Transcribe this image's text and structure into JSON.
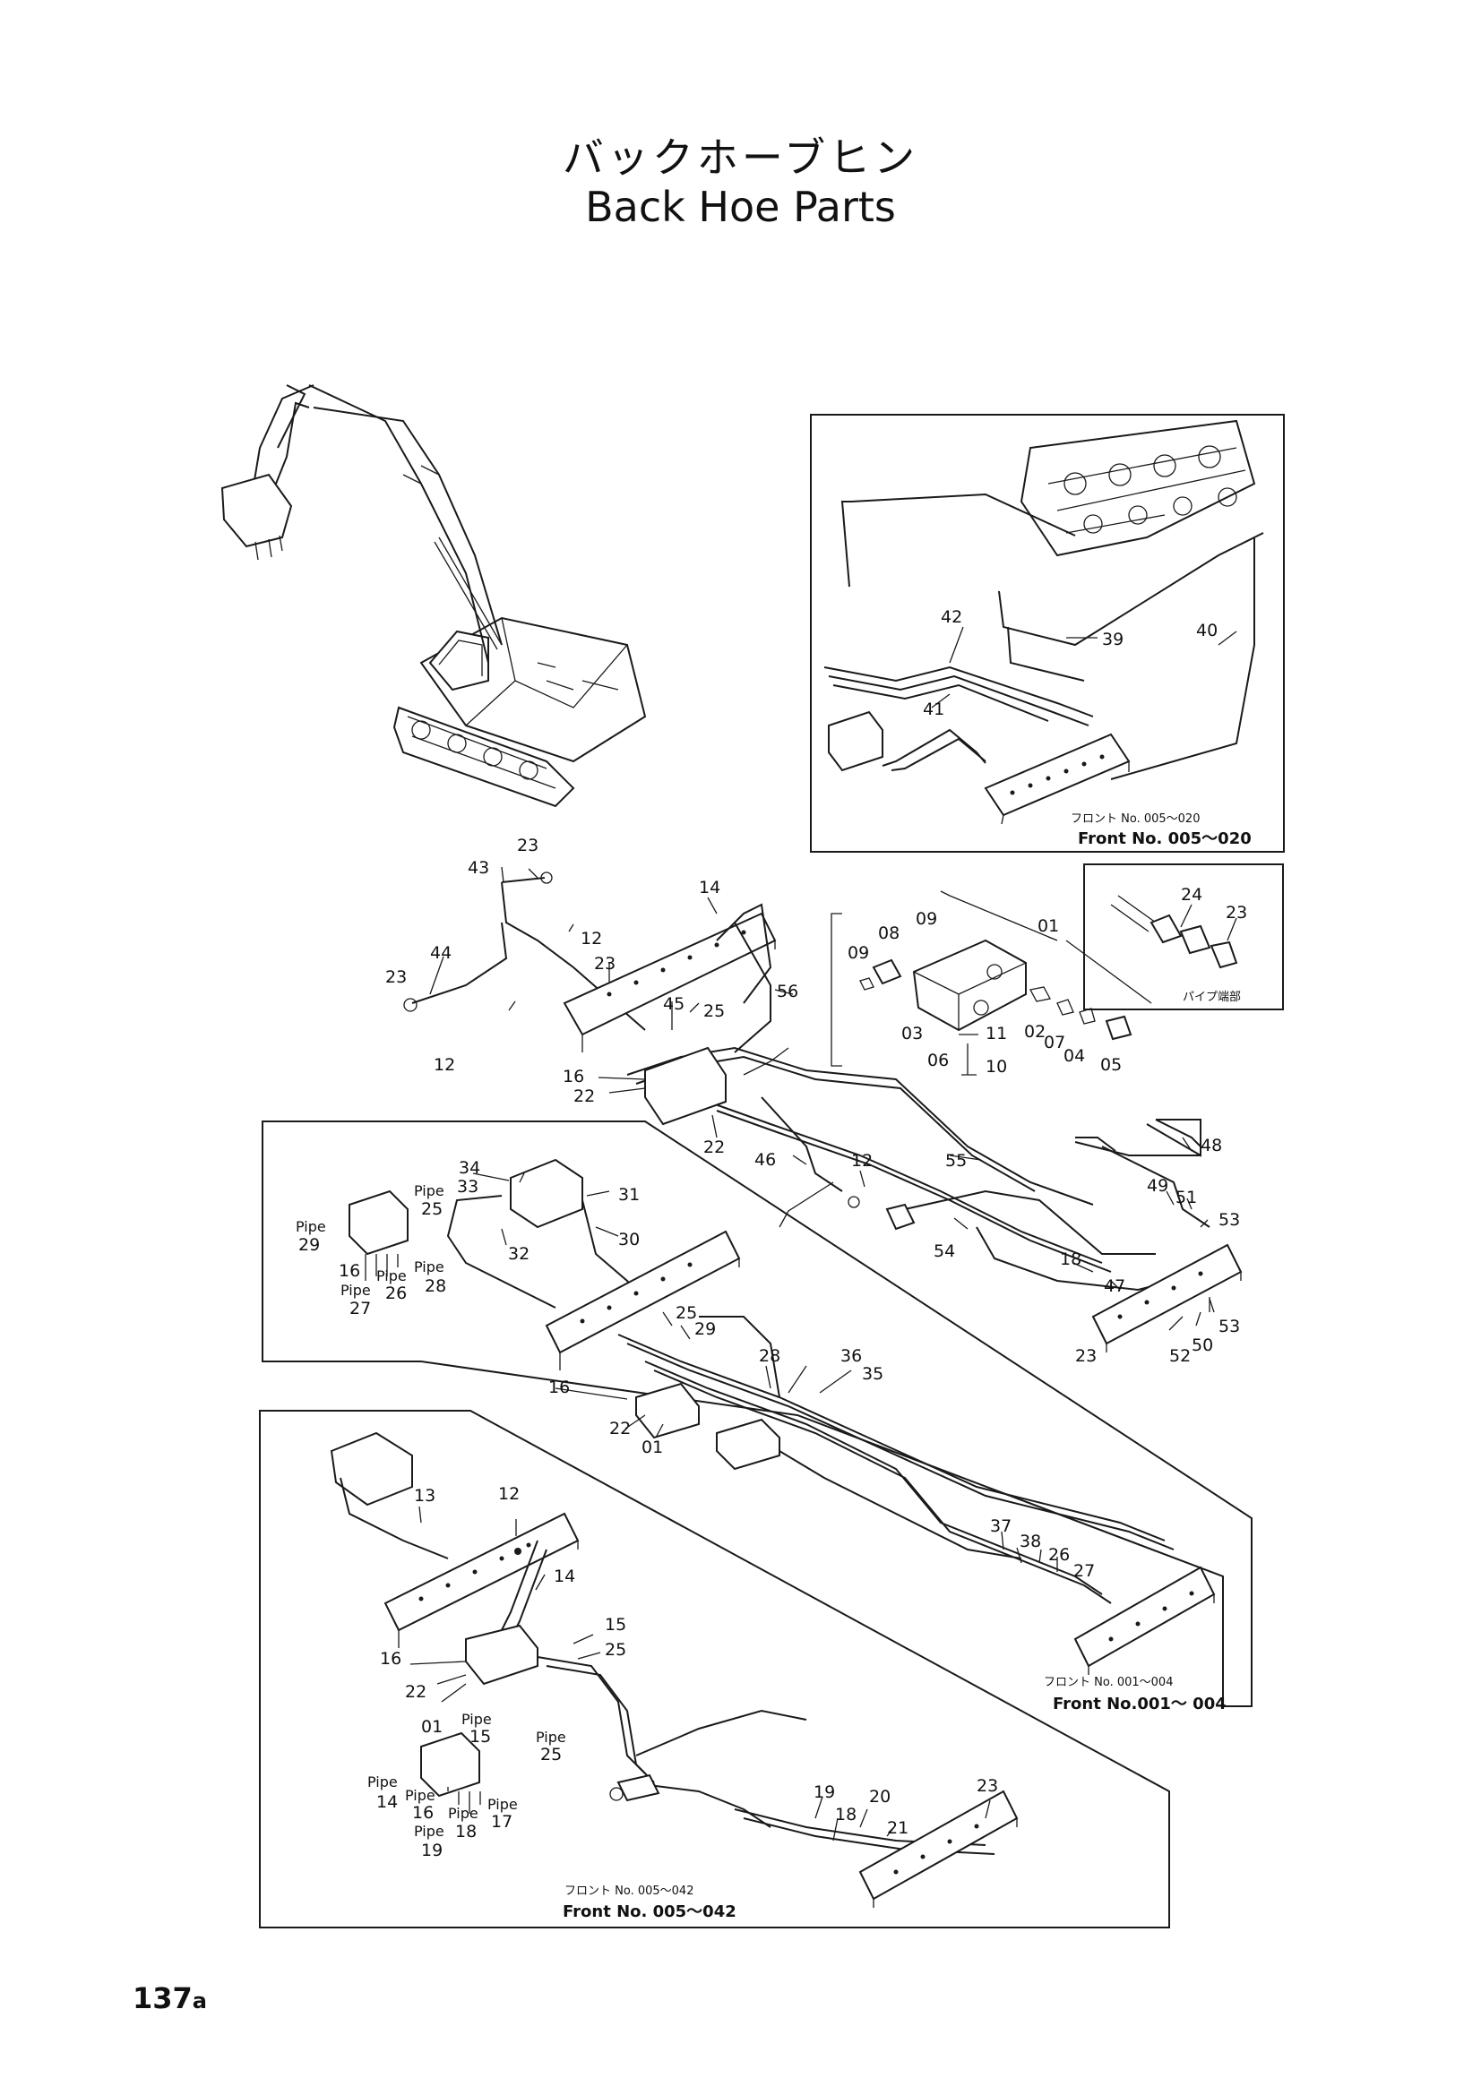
{
  "title_jp": "バックホーブヒン",
  "title_en": "Back Hoe Parts",
  "page_number": "137",
  "page_suffix": "a",
  "insets": {
    "top": {
      "front_jp": "フロント No. 005〜020",
      "front_en": "Front No. 005〜020"
    },
    "pipe_end": {
      "caption": "パイプ端部"
    },
    "middle": {
      "front_jp": "フロント No. 001〜004",
      "front_en": "Front No.001〜 004"
    },
    "bottom": {
      "front_jp": "フロント No. 005〜042",
      "front_en": "Front No. 005〜042"
    }
  },
  "labels": [
    {
      "id": "t42",
      "text": "42"
    },
    {
      "id": "t39",
      "text": "39"
    },
    {
      "id": "t40",
      "text": "40"
    },
    {
      "id": "t41",
      "text": "41"
    },
    {
      "id": "p24",
      "text": "24"
    },
    {
      "id": "p23",
      "text": "23"
    },
    {
      "id": "m23a",
      "text": "23"
    },
    {
      "id": "m43",
      "text": "43"
    },
    {
      "id": "m12a",
      "text": "12"
    },
    {
      "id": "m44",
      "text": "44"
    },
    {
      "id": "m23b",
      "text": "23"
    },
    {
      "id": "m12b",
      "text": "12"
    },
    {
      "id": "m23c",
      "text": "23"
    },
    {
      "id": "m14",
      "text": "14"
    },
    {
      "id": "m45",
      "text": "45"
    },
    {
      "id": "m25",
      "text": "25"
    },
    {
      "id": "m56",
      "text": "56"
    },
    {
      "id": "m16",
      "text": "16"
    },
    {
      "id": "m22a",
      "text": "22"
    },
    {
      "id": "m22b",
      "text": "22"
    },
    {
      "id": "m46",
      "text": "46"
    },
    {
      "id": "m12c",
      "text": "12"
    },
    {
      "id": "m55",
      "text": "55"
    },
    {
      "id": "m54",
      "text": "54"
    },
    {
      "id": "m48",
      "text": "48"
    },
    {
      "id": "m49",
      "text": "49"
    },
    {
      "id": "m51",
      "text": "51"
    },
    {
      "id": "m53a",
      "text": "53"
    },
    {
      "id": "m18",
      "text": "18"
    },
    {
      "id": "m47",
      "text": "47"
    },
    {
      "id": "m53b",
      "text": "53"
    },
    {
      "id": "m23d",
      "text": "23"
    },
    {
      "id": "m52",
      "text": "52"
    },
    {
      "id": "m50",
      "text": "50"
    },
    {
      "id": "v01",
      "text": "01"
    },
    {
      "id": "v09a",
      "text": "09"
    },
    {
      "id": "v08",
      "text": "08"
    },
    {
      "id": "v09b",
      "text": "09"
    },
    {
      "id": "v03",
      "text": "03"
    },
    {
      "id": "v06",
      "text": "06"
    },
    {
      "id": "v11",
      "text": "11"
    },
    {
      "id": "v02",
      "text": "02"
    },
    {
      "id": "v07",
      "text": "07"
    },
    {
      "id": "v04",
      "text": "04"
    },
    {
      "id": "v05",
      "text": "05"
    },
    {
      "id": "v10",
      "text": "10"
    },
    {
      "id": "c34",
      "text": "34"
    },
    {
      "id": "c33",
      "text": "33"
    },
    {
      "id": "c31",
      "text": "31"
    },
    {
      "id": "c30",
      "text": "30"
    },
    {
      "id": "c32",
      "text": "32"
    },
    {
      "id": "c25",
      "text": "25"
    },
    {
      "id": "c29",
      "text": "29"
    },
    {
      "id": "c28",
      "text": "28"
    },
    {
      "id": "c36",
      "text": "36"
    },
    {
      "id": "c35",
      "text": "35"
    },
    {
      "id": "c16",
      "text": "16"
    },
    {
      "id": "c22",
      "text": "22"
    },
    {
      "id": "c01",
      "text": "01"
    },
    {
      "id": "c37",
      "text": "37"
    },
    {
      "id": "c38",
      "text": "38"
    },
    {
      "id": "c26",
      "text": "26"
    },
    {
      "id": "c27",
      "text": "27"
    },
    {
      "id": "k_pipe25",
      "text": "Pipe"
    },
    {
      "id": "k_25",
      "text": "25"
    },
    {
      "id": "k_pipe29",
      "text": "Pipe"
    },
    {
      "id": "k_29",
      "text": "29"
    },
    {
      "id": "k_16",
      "text": "16"
    },
    {
      "id": "k_pipe28",
      "text": "Pipe"
    },
    {
      "id": "k_28",
      "text": "28"
    },
    {
      "id": "k_pipe26",
      "text": "Pipe"
    },
    {
      "id": "k_26",
      "text": "26"
    },
    {
      "id": "k_pipe27",
      "text": "Pipe"
    },
    {
      "id": "k_27",
      "text": "27"
    },
    {
      "id": "b13",
      "text": "13"
    },
    {
      "id": "b12",
      "text": "12"
    },
    {
      "id": "b14",
      "text": "14"
    },
    {
      "id": "b15",
      "text": "15"
    },
    {
      "id": "b25",
      "text": "25"
    },
    {
      "id": "b16",
      "text": "16"
    },
    {
      "id": "b22",
      "text": "22"
    },
    {
      "id": "b01",
      "text": "01"
    },
    {
      "id": "b23",
      "text": "23"
    },
    {
      "id": "b19",
      "text": "19"
    },
    {
      "id": "b20",
      "text": "20"
    },
    {
      "id": "b21",
      "text": "21"
    },
    {
      "id": "b18",
      "text": "18"
    },
    {
      "id": "q_pipe15",
      "text": "Pipe"
    },
    {
      "id": "q_15",
      "text": "15"
    },
    {
      "id": "q_pipe25",
      "text": "Pipe"
    },
    {
      "id": "q_25",
      "text": "25"
    },
    {
      "id": "q_pipe14",
      "text": "Pipe"
    },
    {
      "id": "q_14",
      "text": "14"
    },
    {
      "id": "q_pipe16",
      "text": "Pipe"
    },
    {
      "id": "q_16",
      "text": "16"
    },
    {
      "id": "q_pipe17",
      "text": "Pipe"
    },
    {
      "id": "q_17",
      "text": "17"
    },
    {
      "id": "q_pipe18",
      "text": "Pipe"
    },
    {
      "id": "q_18",
      "text": "18"
    },
    {
      "id": "q_pipe19",
      "text": "Pipe"
    },
    {
      "id": "q_19",
      "text": "19"
    }
  ]
}
